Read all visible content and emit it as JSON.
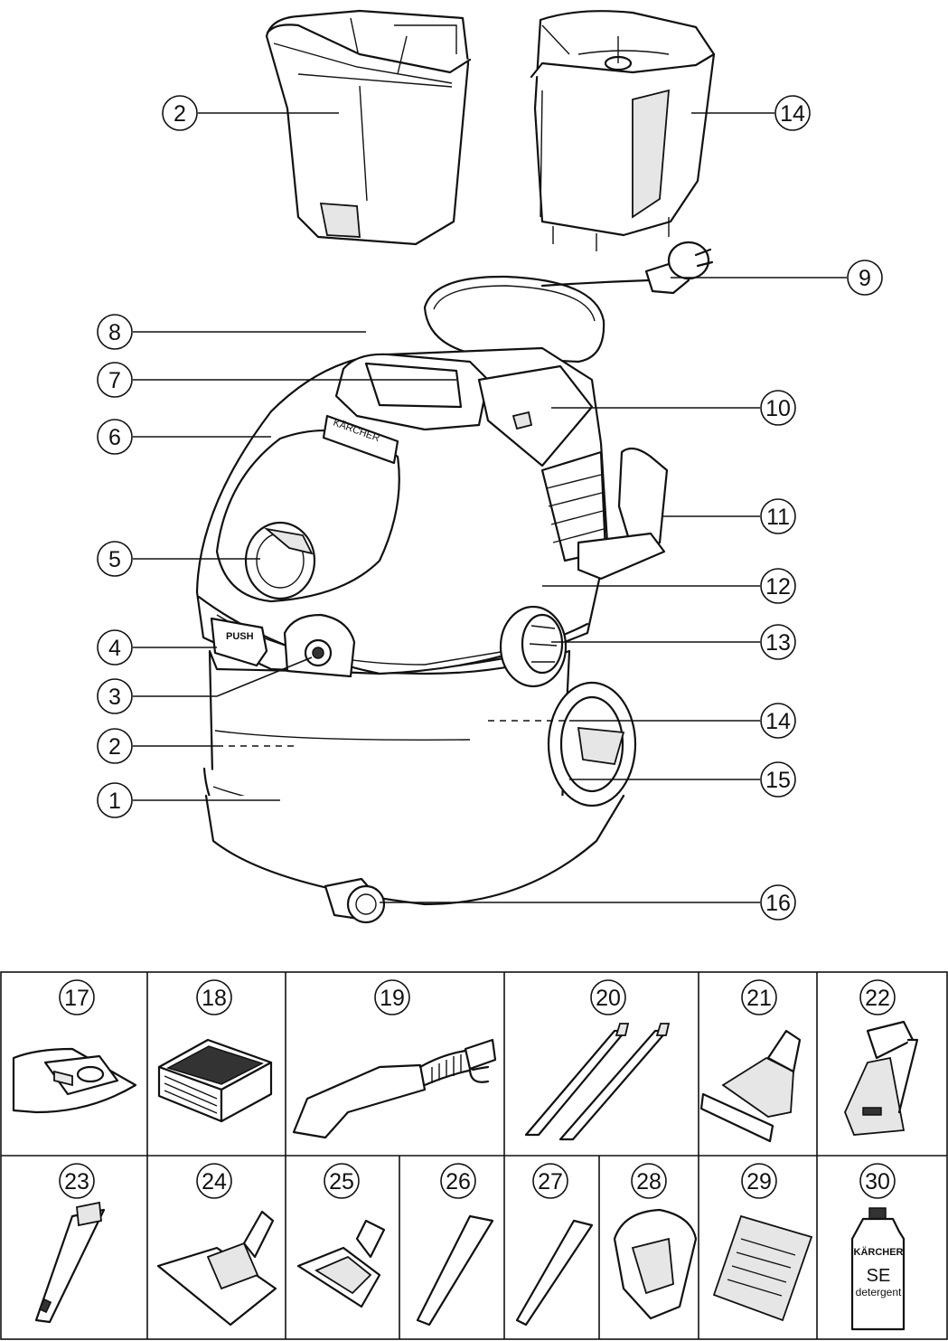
{
  "callouts": [
    {
      "id": "2a",
      "label": "2"
    },
    {
      "id": "14a",
      "label": "14"
    },
    {
      "id": "9",
      "label": "9"
    },
    {
      "id": "8",
      "label": "8"
    },
    {
      "id": "7",
      "label": "7"
    },
    {
      "id": "10",
      "label": "10"
    },
    {
      "id": "6",
      "label": "6"
    },
    {
      "id": "11",
      "label": "11"
    },
    {
      "id": "5",
      "label": "5"
    },
    {
      "id": "12",
      "label": "12"
    },
    {
      "id": "4",
      "label": "4"
    },
    {
      "id": "13",
      "label": "13"
    },
    {
      "id": "3",
      "label": "3"
    },
    {
      "id": "14b",
      "label": "14"
    },
    {
      "id": "2b",
      "label": "2"
    },
    {
      "id": "15",
      "label": "15"
    },
    {
      "id": "1",
      "label": "1"
    },
    {
      "id": "16",
      "label": "16"
    }
  ],
  "accessories": [
    {
      "num": "17"
    },
    {
      "num": "18"
    },
    {
      "num": "19"
    },
    {
      "num": "20"
    },
    {
      "num": "21"
    },
    {
      "num": "22"
    },
    {
      "num": "23"
    },
    {
      "num": "24"
    },
    {
      "num": "25"
    },
    {
      "num": "26"
    },
    {
      "num": "27"
    },
    {
      "num": "28"
    },
    {
      "num": "29"
    },
    {
      "num": "30"
    }
  ],
  "machine": {
    "brand_badge": "KÄRCHER",
    "latch_label": "PUSH"
  },
  "detergent": {
    "brand": "KÄRCHER",
    "product": "SE",
    "description": "detergent"
  }
}
